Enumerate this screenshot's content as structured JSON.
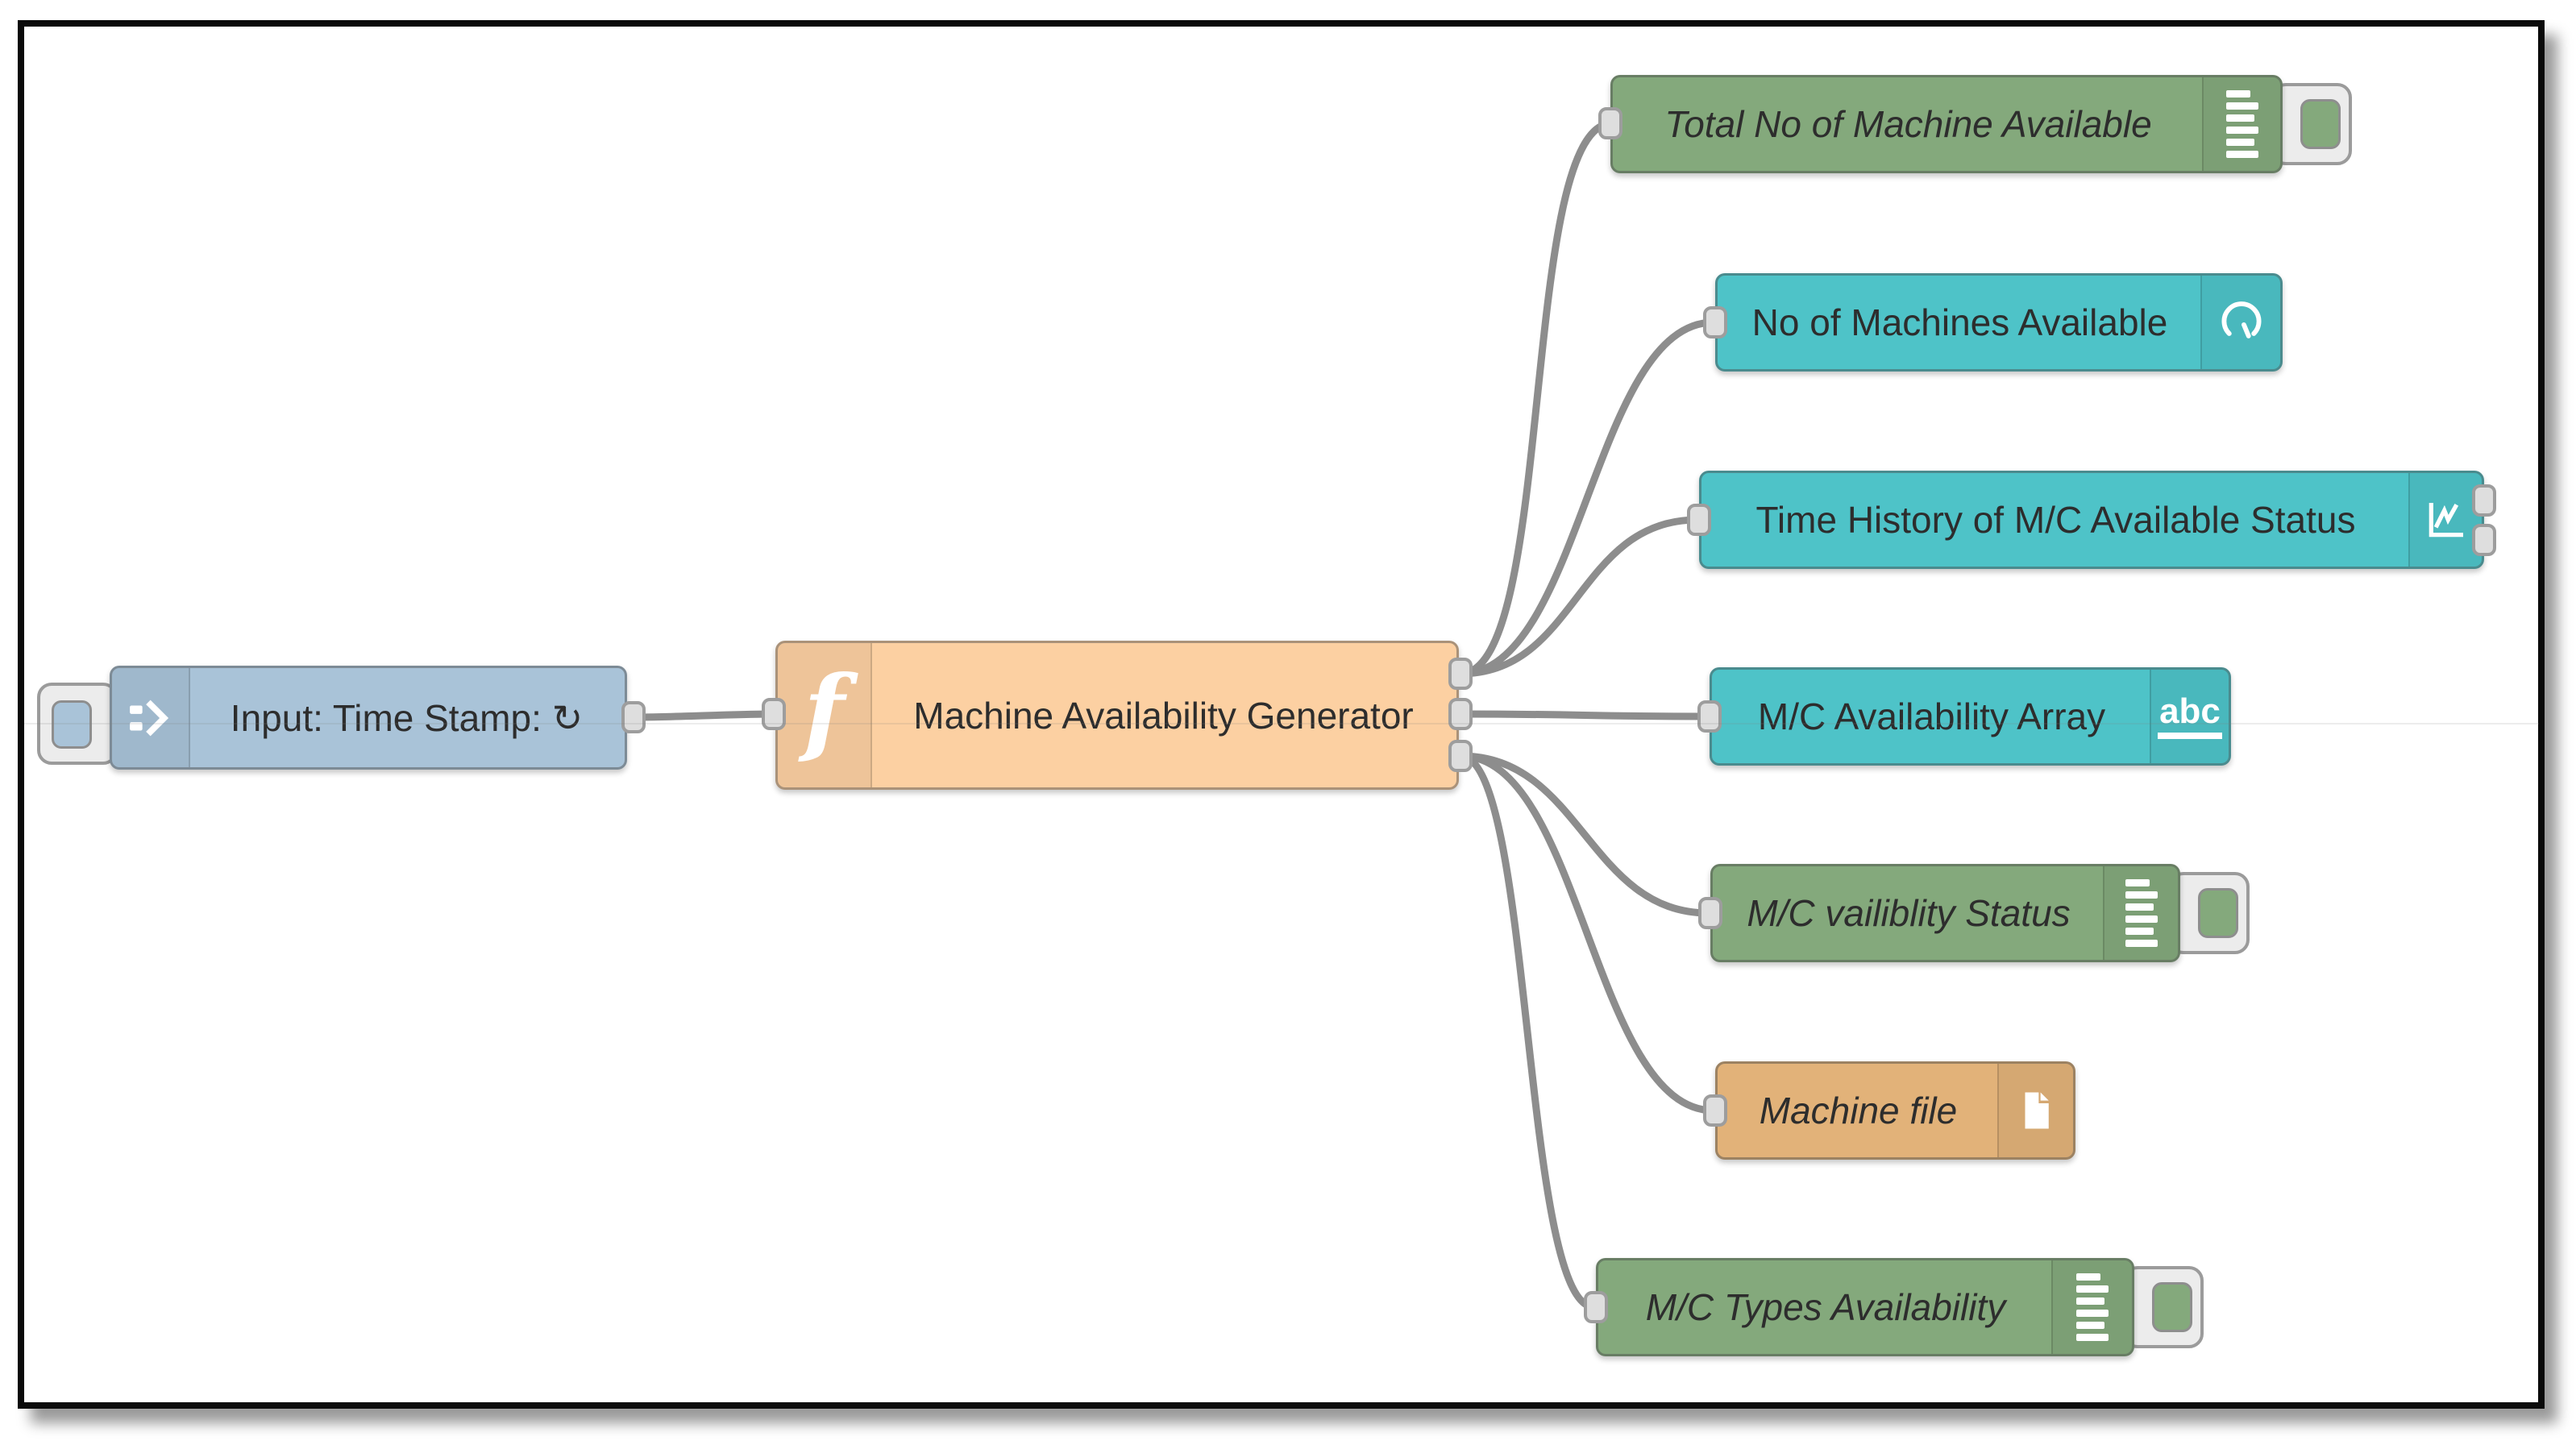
{
  "app": {
    "name": "Node-RED flow editor canvas"
  },
  "colors": {
    "inject_blue": "#a9c3d8",
    "function_orange": "#fcd0a2",
    "debug_green": "#84a97c",
    "dashboard_teal": "#4ec3c8",
    "file_tan": "#e2b279",
    "wire_grey": "#8d8d8d",
    "port_fill": "#dedede",
    "port_border": "#9d9d9d",
    "label_text": "#2d2d2d",
    "frame_border": "#0a0a0a",
    "canvas_bg": "#ffffff",
    "button_ring": "#ececec"
  },
  "flow": {
    "inject_node": {
      "label": "Input: Time Stamp: ↻",
      "type": "inject",
      "icon": "inject-arrow-icon"
    },
    "function_node": {
      "label": "Machine Availability Generator",
      "type": "function",
      "icon_glyph": "f",
      "outputs": 3
    },
    "output_nodes": [
      {
        "label": "Total No of Machine Available",
        "type": "debug",
        "icon": "debug-list-icon",
        "color": "#84a97c",
        "italic": true,
        "has_toggle_button": true
      },
      {
        "label": "No of Machines Available",
        "type": "ui_gauge",
        "icon": "gauge-icon",
        "color": "#4ec3c8",
        "italic": false,
        "has_toggle_button": false
      },
      {
        "label": "Time History of M/C Available Status",
        "type": "ui_chart",
        "icon": "chart-line-icon",
        "color": "#4ec3c8",
        "italic": false,
        "has_toggle_button": false
      },
      {
        "label": "M/C Availability Array",
        "type": "ui_text",
        "icon": "text-abc-icon",
        "icon_glyph": "abc",
        "color": "#4ec3c8",
        "italic": false,
        "has_toggle_button": false
      },
      {
        "label": "M/C vailiblity Status",
        "type": "debug",
        "icon": "debug-list-icon",
        "color": "#84a97c",
        "italic": true,
        "has_toggle_button": true
      },
      {
        "label": "Machine file",
        "type": "file",
        "icon": "file-icon",
        "color": "#e2b279",
        "italic": true,
        "has_toggle_button": false
      },
      {
        "label": "M/C Types Availability",
        "type": "debug",
        "icon": "debug-list-icon",
        "color": "#84a97c",
        "italic": true,
        "has_toggle_button": true
      }
    ]
  }
}
